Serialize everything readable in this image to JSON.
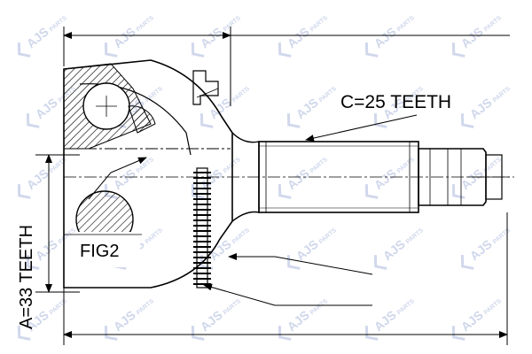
{
  "diagram": {
    "labels": {
      "teeth_a": "A=33 TEETH",
      "teeth_c": "C=25 TEETH",
      "fig2": "FIG2"
    },
    "watermark": {
      "brand": "AJS",
      "sub": "PARTS"
    },
    "colors": {
      "line": "#000000",
      "hatch": "#000000",
      "watermark": "#7a90c8",
      "background": "#ffffff"
    }
  }
}
